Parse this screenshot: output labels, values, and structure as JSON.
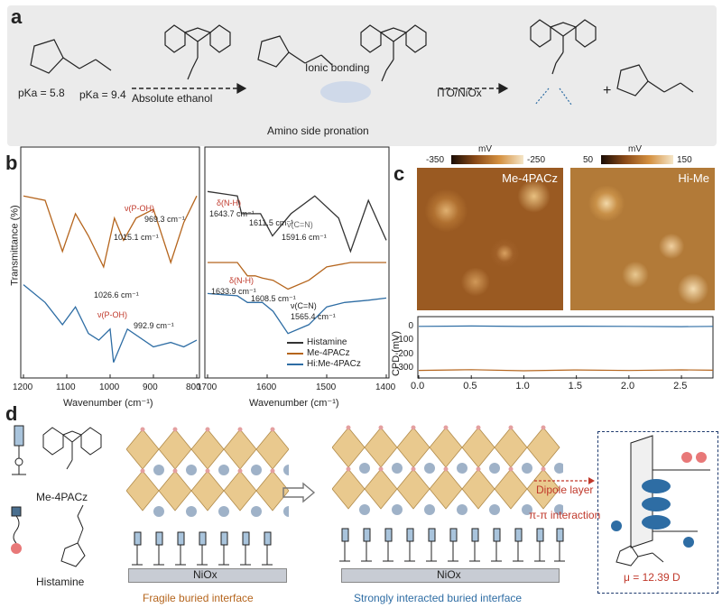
{
  "panel_labels": {
    "a": "a",
    "b": "b",
    "c": "c",
    "d": "d"
  },
  "panel_a": {
    "pka1": "pKa = 5.8",
    "pka2": "pKa = 9.4",
    "solvent": "Absolute ethanol",
    "ionic": "Ionic bonding",
    "side": "Amino side pronation",
    "substrate": "ITO/NiOx",
    "plus": "+"
  },
  "panel_b": {
    "ylabel": "Transmittance (%)",
    "xlabel": "Wavenumber (cm⁻¹)",
    "left_ticks": [
      "1200",
      "1100",
      "1000",
      "900",
      "800"
    ],
    "right_ticks": [
      "1700",
      "1600",
      "1500",
      "1400"
    ],
    "left_annotations": [
      "969.3 cm⁻¹",
      "1015.1 cm⁻¹",
      "1026.6 cm⁻¹",
      "992.9 cm⁻¹"
    ],
    "left_red": [
      "ν(P-OH)",
      "ν(P-OH)"
    ],
    "right_annotations": [
      "1643.7 cm⁻¹",
      "1611.5 cm⁻¹",
      "1591.6 cm⁻¹",
      "1633.9 cm⁻¹",
      "1608.5 cm⁻¹",
      "1565.4 cm⁻¹"
    ],
    "right_red": [
      "δ(N-H)",
      "δ(N-H)"
    ],
    "cn_labels": [
      "ν(C=N)",
      "ν(C=N)"
    ],
    "legend": [
      "Histamine",
      "Me-4PACz",
      "Hi:Me-4PACz"
    ],
    "colors": {
      "histamine": "#333333",
      "me": "#b5651d",
      "hime": "#2e6da4"
    }
  },
  "panel_c": {
    "scale1": {
      "min": "-350",
      "max": "-250",
      "unit": "mV"
    },
    "scale2": {
      "min": "50",
      "max": "150",
      "unit": "mV"
    },
    "img1_label": "Me-4PACz",
    "img2_label": "Hi-Me",
    "ylabel": "CPD (mV)",
    "yticks": [
      "0",
      "-100",
      "-200",
      "-300"
    ],
    "xticks": [
      "0.0",
      "0.5",
      "1.0",
      "1.5",
      "2.0",
      "2.5"
    ]
  },
  "panel_d": {
    "mol1": "Me-4PACz",
    "mol2": "Histamine",
    "niox1": "NiOx",
    "niox2": "NiOx",
    "caption1": "Fragile buried interface",
    "caption2": "Strongly interacted buried interface",
    "dipole": "Dipole layer",
    "pipi": "π-π interaction",
    "mu": "μ = 12.39 D"
  },
  "chart_data": [
    {
      "type": "line",
      "title": "",
      "xlabel": "Wavenumber (cm⁻¹)",
      "ylabel": "Transmittance (%)",
      "xlim": [
        1200,
        800
      ],
      "series": [
        {
          "name": "Me-4PACz",
          "x": [
            1200,
            1150,
            1110,
            1080,
            1050,
            1015,
            990,
            969,
            940,
            900,
            860,
            830,
            800
          ],
          "y": [
            0.8,
            0.78,
            0.55,
            0.72,
            0.62,
            0.48,
            0.7,
            0.6,
            0.7,
            0.74,
            0.5,
            0.68,
            0.8
          ]
        },
        {
          "name": "Hi:Me-4PACz",
          "x": [
            1200,
            1150,
            1110,
            1080,
            1050,
            1026,
            1000,
            992,
            960,
            900,
            860,
            830,
            800
          ],
          "y": [
            0.4,
            0.32,
            0.22,
            0.3,
            0.18,
            0.15,
            0.2,
            0.05,
            0.2,
            0.12,
            0.14,
            0.12,
            0.15
          ]
        }
      ]
    },
    {
      "type": "line",
      "title": "",
      "xlabel": "Wavenumber (cm⁻¹)",
      "xlim": [
        1700,
        1400
      ],
      "series": [
        {
          "name": "Histamine",
          "x": [
            1700,
            1650,
            1643,
            1611,
            1591,
            1560,
            1520,
            1480,
            1460,
            1430,
            1400
          ],
          "y": [
            0.82,
            0.8,
            0.72,
            0.72,
            0.62,
            0.72,
            0.8,
            0.7,
            0.55,
            0.78,
            0.6
          ]
        },
        {
          "name": "Me-4PACz",
          "x": [
            1700,
            1650,
            1633,
            1620,
            1608,
            1590,
            1565,
            1530,
            1500,
            1460,
            1400
          ],
          "y": [
            0.5,
            0.5,
            0.44,
            0.44,
            0.43,
            0.42,
            0.38,
            0.42,
            0.48,
            0.5,
            0.5
          ]
        },
        {
          "name": "Hi:Me-4PACz",
          "x": [
            1700,
            1650,
            1633,
            1608,
            1590,
            1565,
            1530,
            1500,
            1470,
            1430,
            1400
          ],
          "y": [
            0.36,
            0.35,
            0.32,
            0.32,
            0.28,
            0.18,
            0.22,
            0.3,
            0.32,
            0.33,
            0.34
          ]
        }
      ]
    },
    {
      "type": "line",
      "title": "",
      "xlabel": "",
      "ylabel": "CPD (mV)",
      "xlim": [
        0,
        2.8
      ],
      "ylim": [
        -350,
        50
      ],
      "series": [
        {
          "name": "Hi-Me",
          "x": [
            0,
            0.5,
            1.0,
            1.5,
            2.0,
            2.5,
            2.8
          ],
          "y": [
            0,
            2,
            -1,
            1,
            0,
            -2,
            0
          ]
        },
        {
          "name": "Me-4PACz",
          "x": [
            0,
            0.5,
            1.0,
            1.5,
            2.0,
            2.5,
            2.8
          ],
          "y": [
            -315,
            -310,
            -318,
            -312,
            -316,
            -311,
            -314
          ]
        }
      ]
    }
  ]
}
